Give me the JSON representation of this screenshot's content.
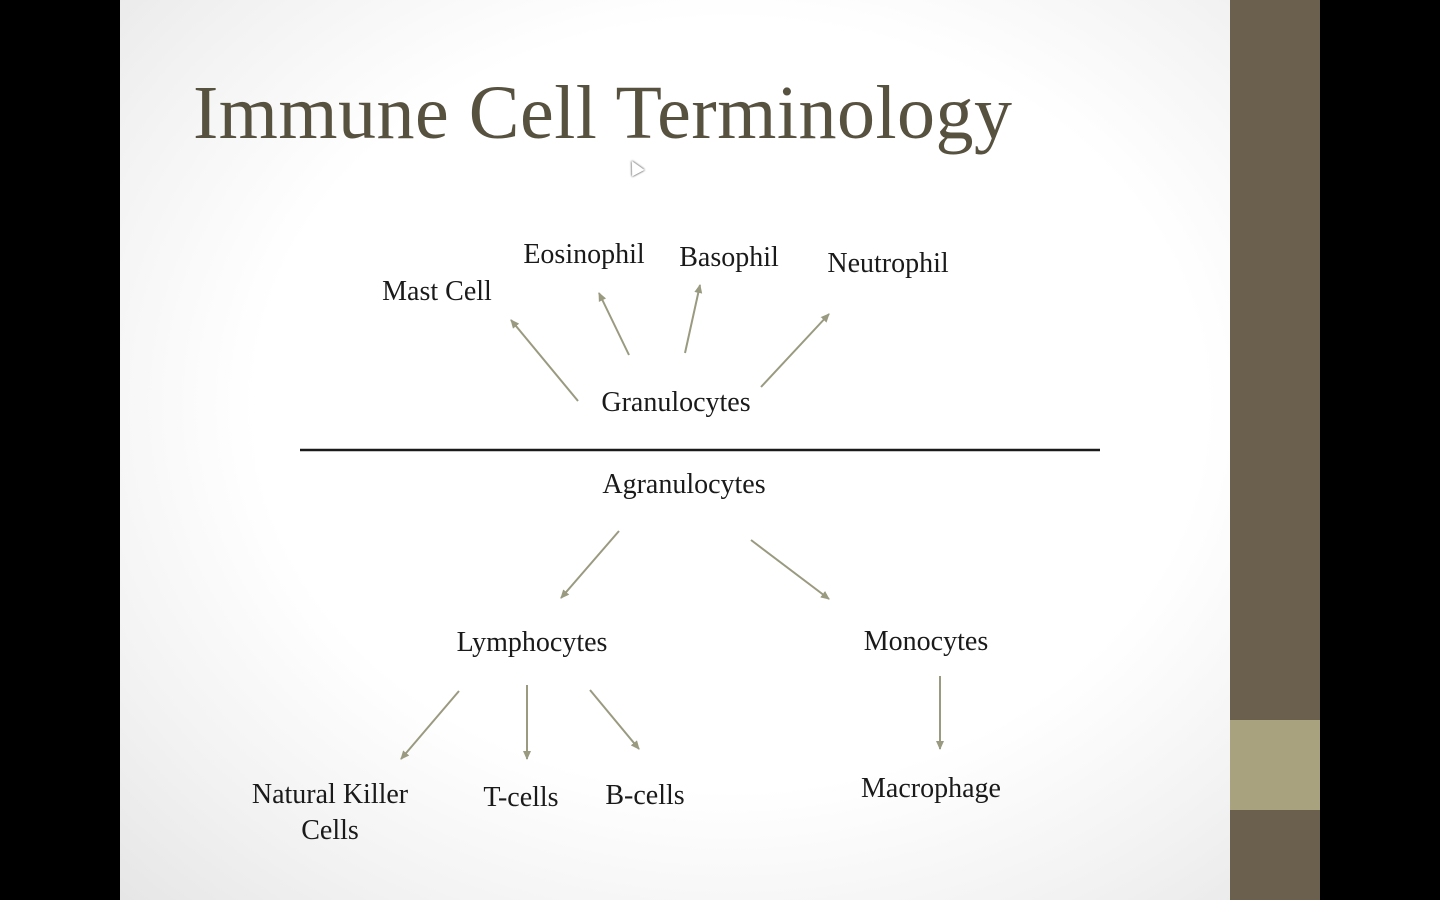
{
  "slide": {
    "title": "Immune Cell Terminology",
    "granulocytes": {
      "label": "Granulocytes",
      "children": [
        "Mast Cell",
        "Eosinophil",
        "Basophil",
        "Neutrophil"
      ]
    },
    "agranulocytes": {
      "label": "Agranulocytes",
      "lymphocytes": {
        "label": "Lymphocytes",
        "children": [
          "Natural Killer Cells",
          "T-cells",
          "B-cells"
        ]
      },
      "monocytes": {
        "label": "Monocytes",
        "children": [
          "Macrophage"
        ]
      }
    }
  },
  "colors": {
    "sidebar": "#6b604e",
    "band": "#a9a27f",
    "arrow": "#9a9a80",
    "title": "#575140"
  }
}
